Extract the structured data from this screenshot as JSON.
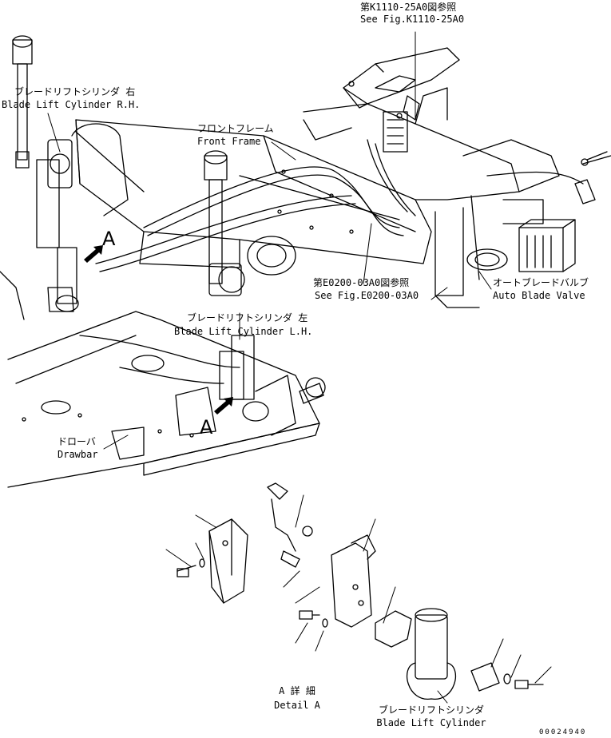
{
  "callouts": {
    "ref_k1110": {
      "jp": "第K1110-25A0図参照",
      "en": "See Fig.K1110-25A0"
    },
    "blade_lift_rh": {
      "jp": "ブレードリフトシリンダ 右",
      "en": "Blade Lift Cylinder R.H."
    },
    "front_frame": {
      "jp": "フロントフレーム",
      "en": "Front Frame"
    },
    "ref_e0200": {
      "jp": "第E0200-03A0図参照",
      "en": "See Fig.E0200-03A0"
    },
    "auto_blade_valve": {
      "jp": "オートブレードバルブ",
      "en": "Auto Blade Valve"
    },
    "blade_lift_lh": {
      "jp": "ブレードリフトシリンダ 左",
      "en": "Blade Lift Cylinder L.H."
    },
    "drawbar": {
      "jp": "ドローバ",
      "en": "Drawbar"
    },
    "detail_a": {
      "jp": "A 詳 細",
      "en": "Detail A"
    },
    "blade_lift": {
      "jp": "ブレードリフトシリンダ",
      "en": "Blade Lift Cylinder"
    }
  },
  "view_markers": {
    "marker_1": "A",
    "marker_2": "A"
  },
  "drawing_number": "00024940"
}
